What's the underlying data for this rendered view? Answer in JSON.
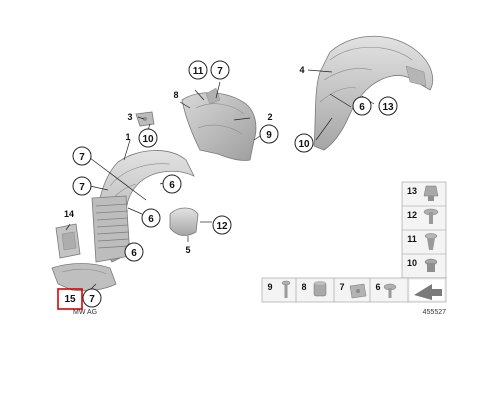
{
  "diagram": {
    "id_number": "455527",
    "watermark": "MW AG",
    "callouts": [
      "1",
      "2",
      "3",
      "4",
      "5",
      "6",
      "7",
      "8",
      "9",
      "10",
      "11",
      "12",
      "13",
      "14",
      "15"
    ],
    "legend_vertical": [
      "13",
      "12",
      "11",
      "10"
    ],
    "legend_horizontal": [
      "9",
      "8",
      "7",
      "6"
    ],
    "highlight_callout": "15",
    "colors": {
      "highlight": "#e00000",
      "part_fill": "#c9c9c9",
      "part_dark": "#a9a9a9",
      "legend_bg": "#eeeeee"
    }
  }
}
